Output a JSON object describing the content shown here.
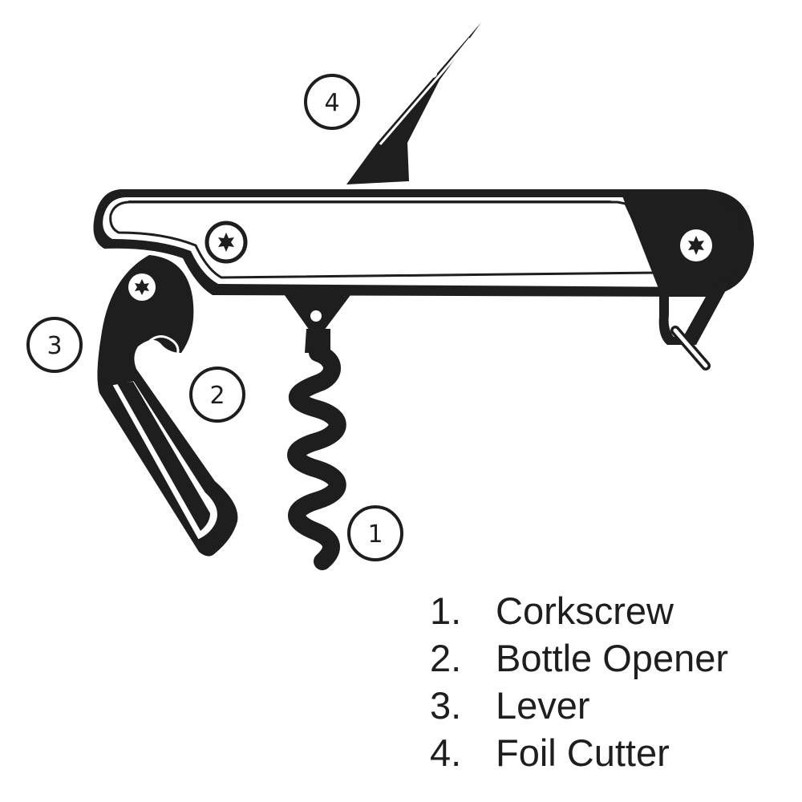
{
  "diagram": {
    "subject": "waiter's corkscrew",
    "colors": {
      "ink": "#1e1e1e",
      "background": "#ffffff"
    },
    "callouts": [
      {
        "number": "1",
        "part": "corkscrew"
      },
      {
        "number": "2",
        "part": "bottle-opener"
      },
      {
        "number": "3",
        "part": "lever"
      },
      {
        "number": "4",
        "part": "foil-cutter"
      }
    ],
    "legend": [
      {
        "number": "1.",
        "label": "Corkscrew"
      },
      {
        "number": "2.",
        "label": "Bottle Opener"
      },
      {
        "number": "3.",
        "label": "Lever"
      },
      {
        "number": "4.",
        "label": "Foil Cutter"
      }
    ]
  }
}
